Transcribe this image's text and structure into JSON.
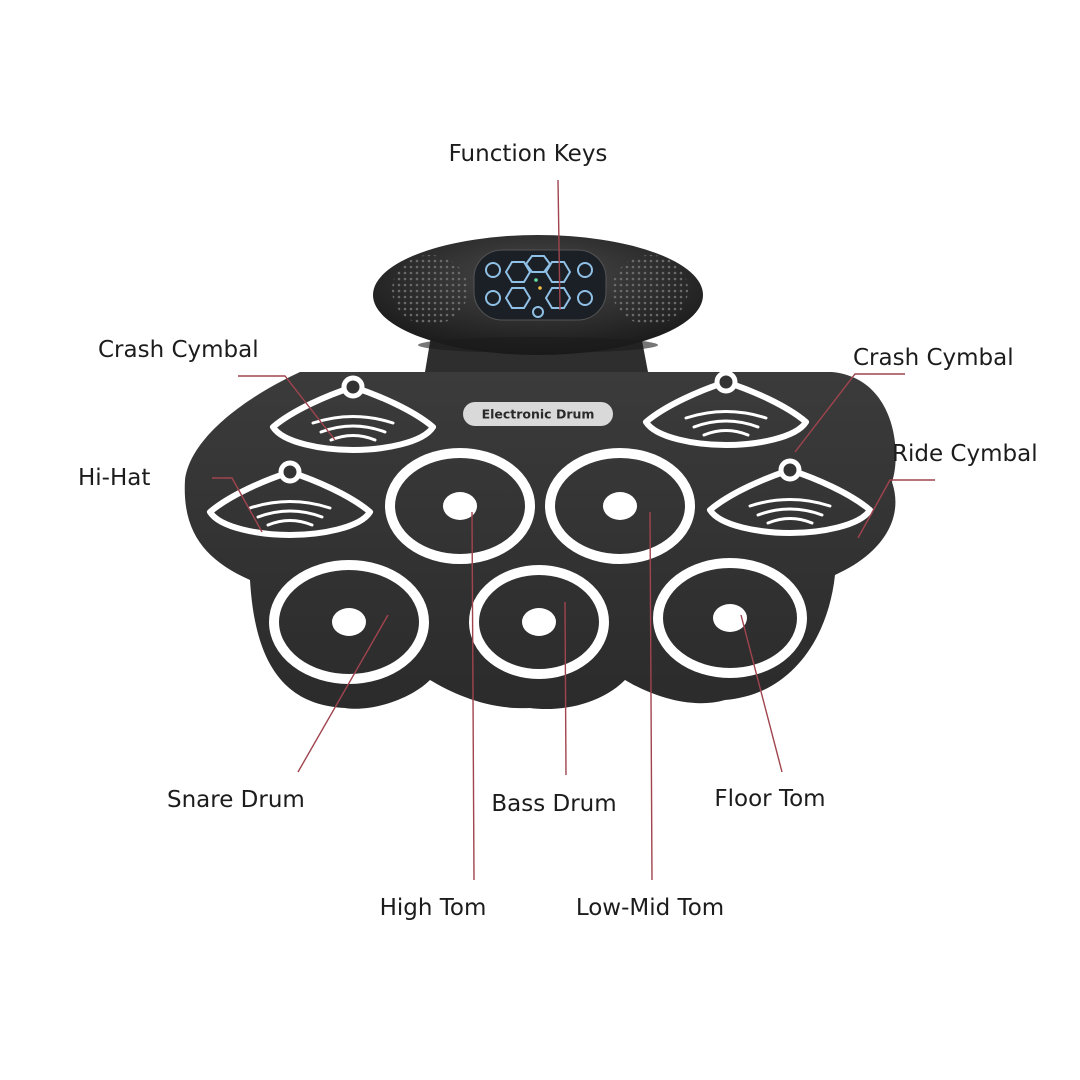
{
  "product": {
    "brand_text": "Electronic Drum",
    "pad_color": "#333333",
    "ring_color": "#ffffff",
    "leader_color": "#a0444e"
  },
  "labels": {
    "function_keys": "Function Keys",
    "crash_cymbal_left": "Crash Cymbal",
    "crash_cymbal_right": "Crash Cymbal",
    "ride_cymbal": "Ride Cymbal",
    "hi_hat": "Hi-Hat",
    "snare_drum": "Snare Drum",
    "bass_drum": "Bass Drum",
    "floor_tom": "Floor Tom",
    "high_tom": "High Tom",
    "low_mid_tom": "Low-Mid Tom"
  }
}
